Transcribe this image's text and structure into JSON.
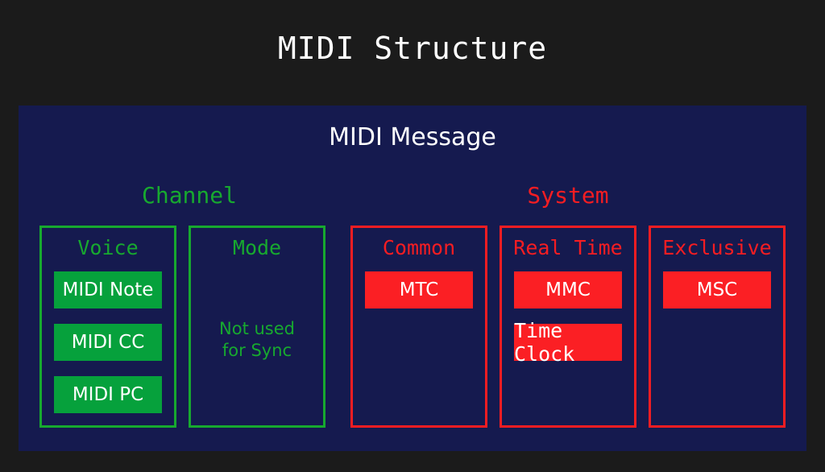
{
  "title": "MIDI Structure",
  "panel": {
    "title": "MIDI Message",
    "groups": [
      {
        "label": "Channel",
        "color": "#17a92f"
      },
      {
        "label": "System",
        "color": "#f51d22"
      }
    ],
    "categories": [
      {
        "name": "Voice",
        "color": "#17a92f",
        "items": [
          {
            "label": "MIDI Note"
          },
          {
            "label": "MIDI CC"
          },
          {
            "label": "MIDI PC"
          }
        ],
        "note": null
      },
      {
        "name": "Mode",
        "color": "#17a92f",
        "items": [],
        "note": {
          "line1": "Not used",
          "line2": "for Sync"
        }
      },
      {
        "name": "Common",
        "color": "#f51d22",
        "items": [
          {
            "label": "MTC"
          }
        ],
        "note": null
      },
      {
        "name": "Real Time",
        "color": "#f51d22",
        "items": [
          {
            "label": "MMC"
          },
          {
            "label": "Time Clock"
          }
        ],
        "note": null
      },
      {
        "name": "Exclusive",
        "color": "#f51d22",
        "items": [
          {
            "label": "MSC"
          }
        ],
        "note": null
      }
    ]
  },
  "colors": {
    "background": "#1b1b1b",
    "panel": "#151a4f",
    "green": "#17a92f",
    "green_fill": "#06a13c",
    "red": "#f51d22",
    "red_fill": "#fb1f24",
    "text": "#ffffff"
  }
}
